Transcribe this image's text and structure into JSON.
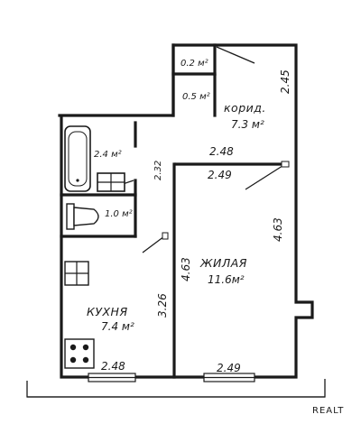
{
  "plan": {
    "rooms": {
      "corridor": {
        "name": "корид.",
        "area": "7.3 м²"
      },
      "living": {
        "name": "ЖИЛАЯ",
        "area": "11.6м²"
      },
      "kitchen": {
        "name": "КУХНЯ",
        "area": "7.4 м²"
      },
      "bathroom": {
        "area": "2.4 м²"
      },
      "toilet": {
        "area": "1.0 м²"
      },
      "storage1": {
        "area": "0.2 м²"
      },
      "storage2": {
        "area": "0.5 м²"
      }
    },
    "dimensions": {
      "corridor_top_right": "2.45",
      "corridor_width": "2.48",
      "living_top": "2.49",
      "bath_height": "2.32",
      "living_left": "4.63",
      "living_right": "4.63",
      "kitchen_height": "3.26",
      "kitchen_bottom": "2.48",
      "living_bottom": "2.49"
    },
    "watermark": "REALT"
  }
}
